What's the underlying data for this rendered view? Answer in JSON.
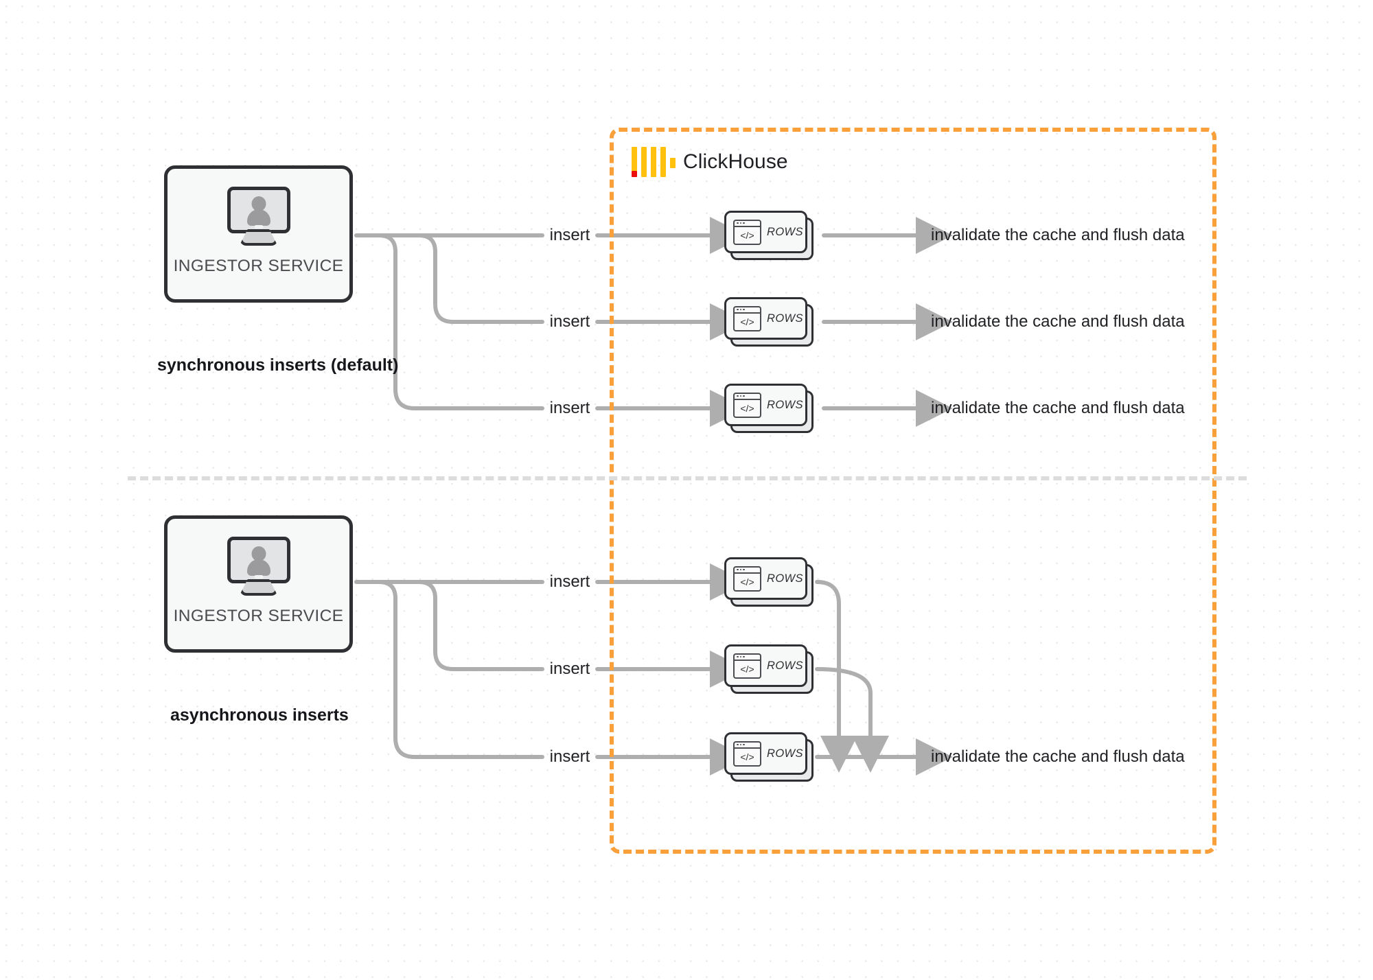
{
  "diagram": {
    "title": "ClickHouse synchronous vs asynchronous inserts",
    "colors": {
      "accent_orange": "#f9a03a",
      "logo_yellow": "#ffc10e",
      "logo_red": "#ec0d0d",
      "wire_gray": "#aeaeae",
      "node_border": "#2e3033",
      "grid_dot": "#e9e7e7",
      "separator": "#dcdcdc"
    }
  },
  "clickhouse": {
    "name": "ClickHouse",
    "logo_icon": "clickhouse-logo-icon"
  },
  "sections": [
    {
      "id": "synchronous",
      "caption": "synchronous inserts (default)",
      "source": {
        "label": "INGESTOR SERVICE",
        "icon": "monitor-user-icon"
      },
      "edges": [
        {
          "label": "insert"
        },
        {
          "label": "insert"
        },
        {
          "label": "insert"
        }
      ],
      "nodes": [
        {
          "label": "ROWS",
          "icon": "code-window-icon"
        },
        {
          "label": "ROWS",
          "icon": "code-window-icon"
        },
        {
          "label": "ROWS",
          "icon": "code-window-icon"
        }
      ],
      "outputs": [
        {
          "label": "invalidate the cache and flush data"
        },
        {
          "label": "invalidate the cache and flush data"
        },
        {
          "label": "invalidate the cache and flush data"
        }
      ]
    },
    {
      "id": "asynchronous",
      "caption": "asynchronous inserts",
      "source": {
        "label": "INGESTOR SERVICE",
        "icon": "monitor-user-icon"
      },
      "edges": [
        {
          "label": "insert"
        },
        {
          "label": "insert"
        },
        {
          "label": "insert"
        }
      ],
      "nodes": [
        {
          "label": "ROWS",
          "icon": "code-window-icon"
        },
        {
          "label": "ROWS",
          "icon": "code-window-icon"
        },
        {
          "label": "ROWS",
          "icon": "code-window-icon"
        }
      ],
      "outputs": [
        {
          "label": "invalidate the cache and flush data"
        }
      ]
    }
  ]
}
